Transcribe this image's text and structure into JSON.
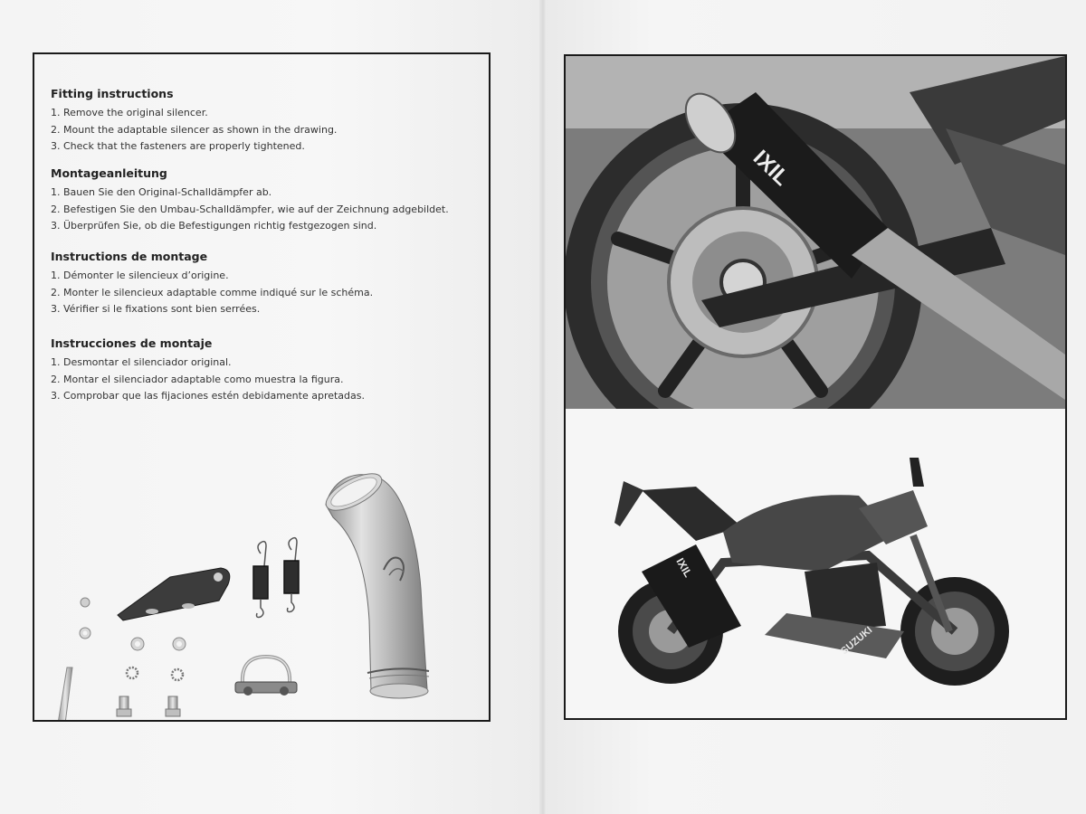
{
  "sections": [
    {
      "title": "Fitting instructions",
      "steps": [
        {
          "n": "1.",
          "text": "Remove the original silencer."
        },
        {
          "n": "2.",
          "text": "Mount the adaptable silencer as shown in the drawing."
        },
        {
          "n": "3.",
          "text": "Check that the fasteners are properly tightened."
        }
      ]
    },
    {
      "title": "Montageanleitung",
      "steps": [
        {
          "n": "1.",
          "text": "Bauen Sie den Original-Schalldämpfer ab."
        },
        {
          "n": "2.",
          "text": "Befestigen Sie den Umbau-Schalldämpfer, wie auf der Zeichnung adgebildet."
        },
        {
          "n": "3.",
          "text": "Überprüfen Sie, ob die Befestigungen richtig festgezogen sind."
        }
      ]
    },
    {
      "title": "Instructions de montage",
      "steps": [
        {
          "n": "1.",
          "text": "Démonter le silencieux d’origine."
        },
        {
          "n": "2.",
          "text": "Monter le silencieux adaptable comme indiqué sur le schéma."
        },
        {
          "n": "3.",
          "text": "Vérifier si le fixations sont bien serrées."
        }
      ]
    },
    {
      "title": "Instrucciones de montaje",
      "steps": [
        {
          "n": "1.",
          "text": "Desmontar el silenciador original."
        },
        {
          "n": "2.",
          "text": "Montar el silenciador adaptable como muestra la figura."
        },
        {
          "n": "3.",
          "text": "Comprobar que las fijaciones estén debidamente apretadas."
        }
      ]
    }
  ],
  "brand": {
    "logo": "IXIL",
    "bike": "SUZUKI"
  },
  "colors": {
    "ink": "#1a1a1a",
    "paper": "#f4f4f4",
    "metal": "#b9b9b9",
    "photo_dark": "#2e2e2e"
  }
}
